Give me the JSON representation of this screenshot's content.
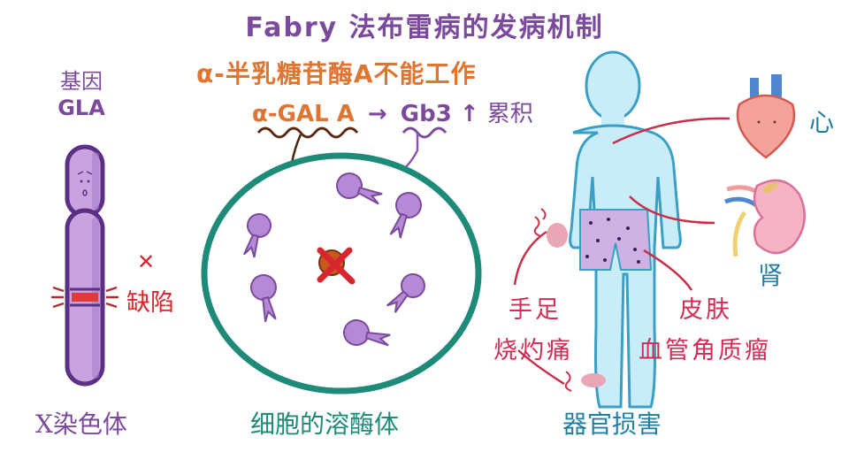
{
  "title": "Fabry 法布雷病的发病机制",
  "gene": {
    "label_line1": "基因",
    "label_line2": "GLA",
    "defect_mark": "✕",
    "defect_label": "缺陷",
    "caption": "X染色体"
  },
  "lysosome": {
    "enzyme_title": "α-半乳糖苷酶A不能工作",
    "enzyme_abbrev": "α-GAL A",
    "arrow": "→",
    "substrate": "Gb3",
    "up_arrow": "↑",
    "accumulation": "累积",
    "caption": "细胞的溶酶体"
  },
  "organs": {
    "heart_label": "心",
    "kidney_label": "肾",
    "hands_feet_line1": "手足",
    "hands_feet_line2": "烧灼痛",
    "skin_line1": "皮肤",
    "skin_line2": "血管角质瘤",
    "caption": "器官损害"
  },
  "colors": {
    "purple": "#7b4a9c",
    "chromosome_fill": "#c9a3e0",
    "orange": "#e07532",
    "teal": "#1e8a78",
    "red": "#d8262e",
    "crimson": "#d42b55",
    "body_fill": "#c8ecf8",
    "body_stroke": "#3a9fc4",
    "organ_blue": "#1f7fa0",
    "heart_fill": "#f4a39a",
    "kidney_fill": "#f6b3c6"
  }
}
